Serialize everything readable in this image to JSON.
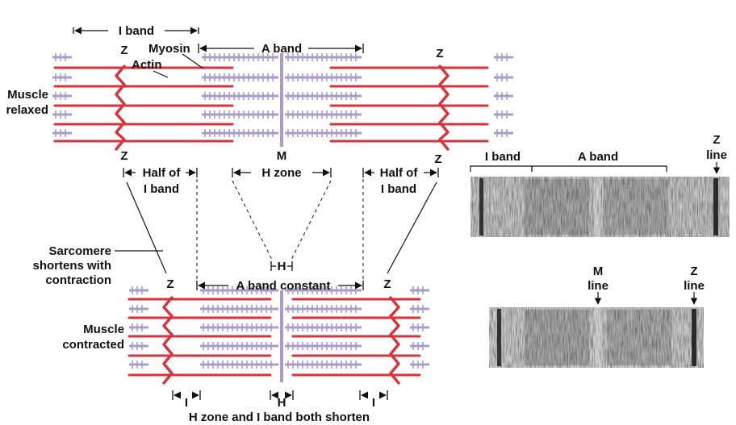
{
  "colors": {
    "actin": "#d8323c",
    "myosin": "#a99ccd",
    "label": "#111111",
    "micrograph_band": "#2a2a2a",
    "micrograph_background": "#cfcfcf"
  },
  "relaxed": {
    "i_band": "I band",
    "a_band": "A band",
    "myosin": "Myosin",
    "actin": "Actin",
    "z": "Z",
    "m": "M",
    "state_line1": "Muscle",
    "state_line2": "relaxed"
  },
  "middle": {
    "half_of": "Half of",
    "i_band": "I band",
    "h_zone": "H zone",
    "h": "H",
    "shortens_line1": "Sarcomere",
    "shortens_line2": "shortens with",
    "shortens_line3": "contraction"
  },
  "contracted": {
    "a_band_constant": "A band constant",
    "z": "Z",
    "state_line1": "Muscle",
    "state_line2": "contracted",
    "i": "I",
    "h": "H",
    "caption": "H zone and I band both shorten"
  },
  "micrograph_relaxed": {
    "i_band": "I band",
    "a_band": "A band",
    "z_line1": "Z",
    "z_line2": "line"
  },
  "micrograph_contracted": {
    "m_line1": "M",
    "m_line2": "line",
    "z_line1": "Z",
    "z_line2": "line"
  }
}
